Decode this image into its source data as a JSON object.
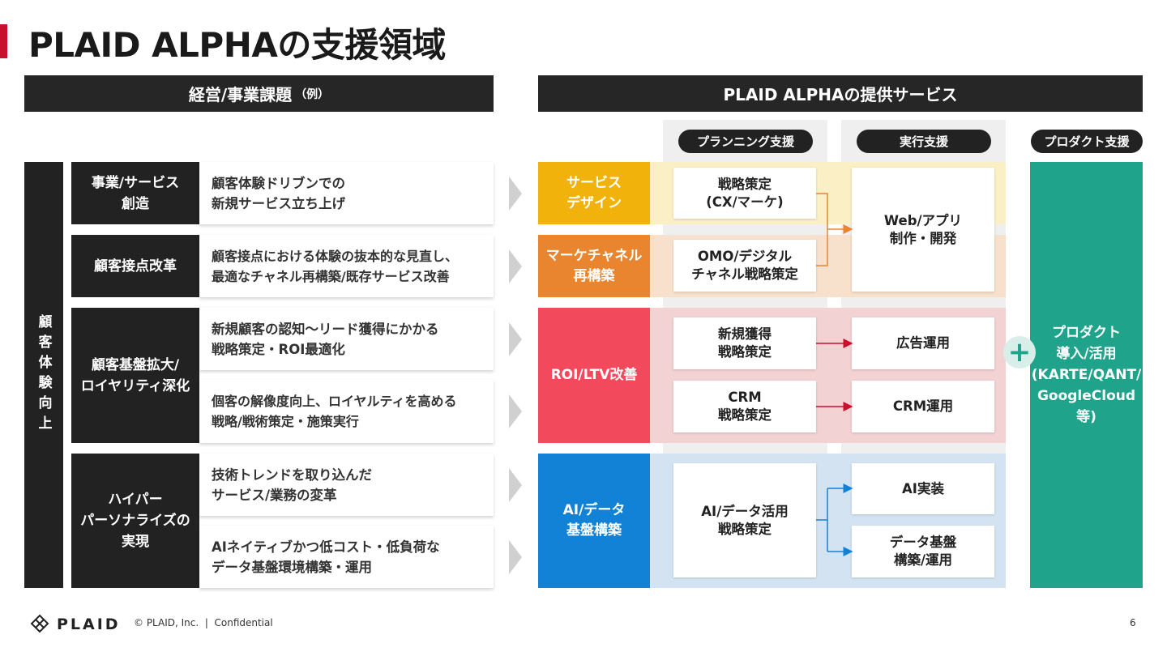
{
  "title": "PLAID ALPHAの支援領域",
  "left_header": {
    "main": "経営/事業課題",
    "note": "（例）"
  },
  "right_header": "PLAID ALPHAの提供サービス",
  "pills": {
    "planning": "プランニング支援",
    "execution": "実行支援",
    "product": "プロダクト支援"
  },
  "vertical_label": "顧客体験向上",
  "left_rows": {
    "r1": {
      "category": "事業/サービス\n創造",
      "desc": "顧客体験ドリブンでの\n新規サービス立ち上げ"
    },
    "r2": {
      "category": "顧客接点改革",
      "desc": "顧客接点における体験の抜本的な見直し、\n最適なチャネル再構築/既存サービス改善"
    },
    "r3": {
      "category": "顧客基盤拡大/\nロイヤリティ深化",
      "desc_a": "新規顧客の認知〜リード獲得にかかる\n戦略策定・ROI最適化",
      "desc_b": "個客の解像度向上、ロイヤルティを高める\n戦略/戦術策定・施策実行"
    },
    "r4": {
      "category": "ハイパー\nパーソナライズの\n実現",
      "desc_a": "技術トレンドを取り込んだ\nサービス/業務の変革",
      "desc_b": "AIネイティブかつ低コスト・低負荷な\nデータ基盤環境構築・運用"
    }
  },
  "categories": {
    "service_design": "サービス\nデザイン",
    "marketing_channel": "マーケチャネル\n再構築",
    "roi_ltv": "ROI/LTV改善",
    "ai_data": "AI/データ\n基盤構築"
  },
  "planning_boxes": {
    "strategy_cx": "戦略策定\n(CX/マーケ)",
    "omo": "OMO/デジタル\nチャネル戦略策定",
    "new_acq": "新規獲得\n戦略策定",
    "crm_strategy": "CRM\n戦略策定",
    "ai_data_strategy": "AI/データ活用\n戦略策定"
  },
  "execution_boxes": {
    "web_app": "Web/アプリ\n制作・開発",
    "ads": "広告運用",
    "crm_ops": "CRM運用",
    "ai_impl": "AI実装",
    "data_platform": "データ基盤\n構築/運用"
  },
  "product_box": "プロダクト\n導入/活用\n(KARTE/QANT/\nGoogleCloud等)",
  "plus_symbol": "+",
  "colors": {
    "service_design": "#f2b20c",
    "marketing_channel": "#e8852e",
    "roi_ltv": "#f2495c",
    "ai_data": "#1182d6",
    "product": "#1fa38a",
    "accent_red": "#c8102e",
    "dark": "#222222"
  },
  "footer": {
    "logo": "PLAID",
    "copyright": "© PLAID, Inc.  |  Confidential",
    "page": "6"
  }
}
